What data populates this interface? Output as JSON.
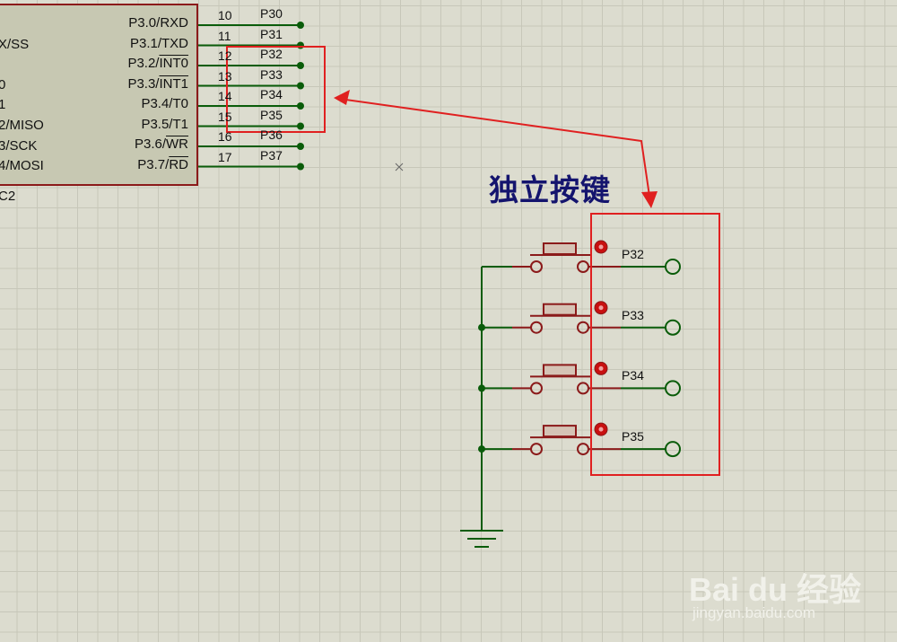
{
  "chip": {
    "name": "C2",
    "left_pins": [
      "X/SS",
      "0",
      "1",
      "2/MISO",
      "3/SCK",
      "4/MOSI"
    ],
    "right_pins": [
      {
        "name": "P3.0/",
        "ov": "",
        "tail": "RXD",
        "num": "10",
        "net": "P30"
      },
      {
        "name": "P3.1/",
        "ov": "",
        "tail": "TXD",
        "num": "11",
        "net": "P31"
      },
      {
        "name": "P3.2/",
        "ov": "INT0",
        "tail": "",
        "num": "12",
        "net": "P32"
      },
      {
        "name": "P3.3/",
        "ov": "INT1",
        "tail": "",
        "num": "13",
        "net": "P33"
      },
      {
        "name": "P3.4/",
        "ov": "",
        "tail": "T0",
        "num": "14",
        "net": "P34"
      },
      {
        "name": "P3.5/",
        "ov": "",
        "tail": "T1",
        "num": "15",
        "net": "P35"
      },
      {
        "name": "P3.6/",
        "ov": "WR",
        "tail": "",
        "num": "16",
        "net": "P36"
      },
      {
        "name": "P3.7/",
        "ov": "RD",
        "tail": "",
        "num": "17",
        "net": "P37"
      }
    ]
  },
  "annotation": {
    "title": "独立按键"
  },
  "buttons": [
    {
      "label": "P32"
    },
    {
      "label": "P33"
    },
    {
      "label": "P34"
    },
    {
      "label": "P35"
    }
  ],
  "watermark": {
    "logo": "Bai du 经验",
    "url": "jingyan.baidu.com"
  },
  "colors": {
    "wire": "#0a5c0a",
    "component": "#8b1a1a",
    "highlight": "#e02020",
    "title": "#14146e"
  }
}
